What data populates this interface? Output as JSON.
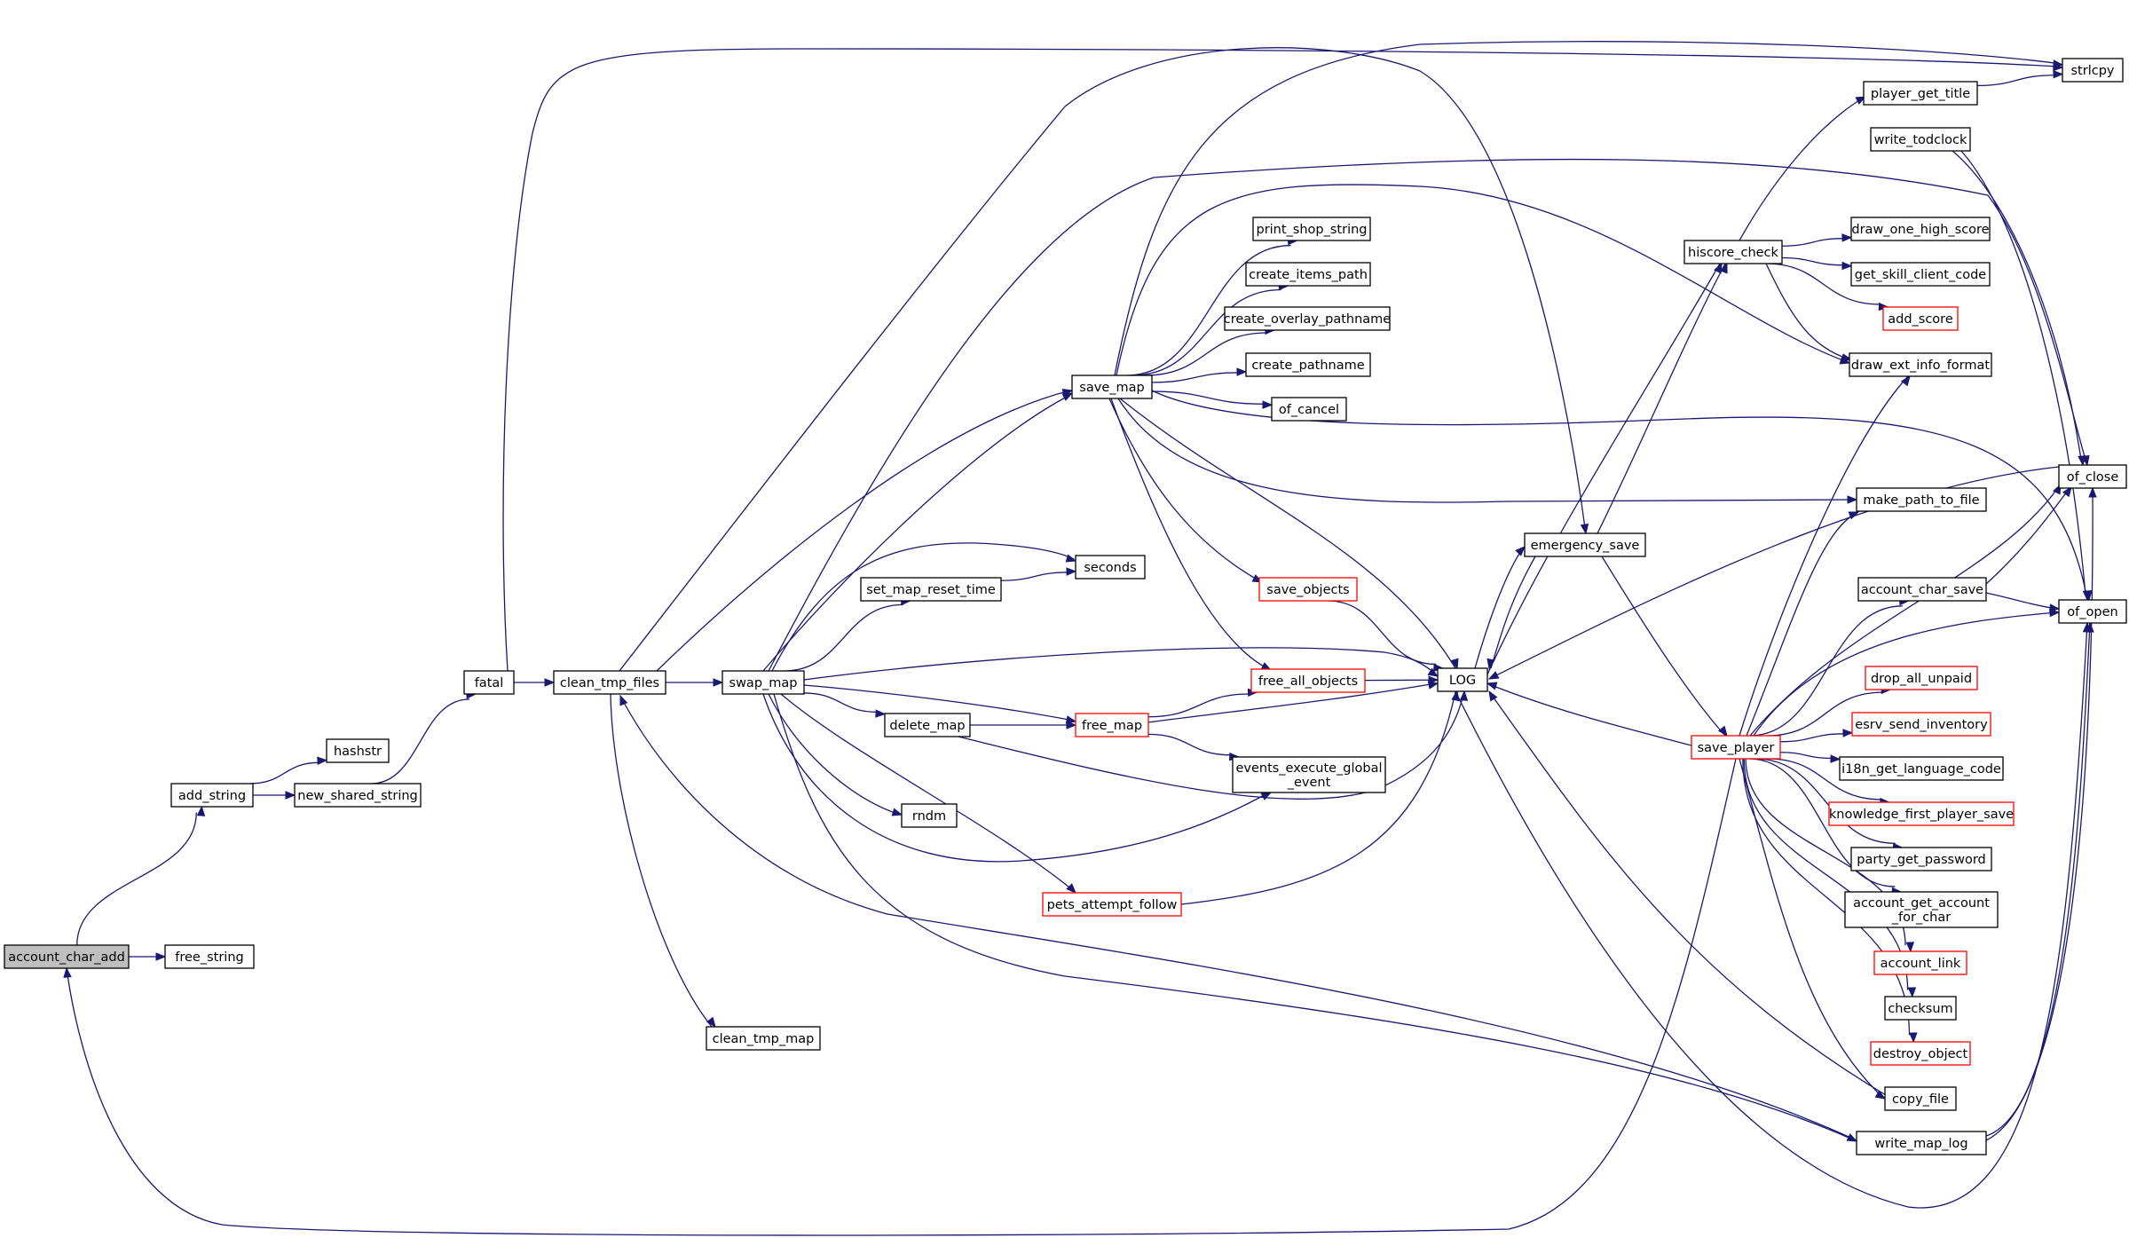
{
  "colors": {
    "edge": "#191970",
    "node_border": "#000000",
    "node_border_truncated": "#ff0000",
    "root_fill": "#bfbfbf",
    "node_fill": "#ffffff"
  },
  "nodes": [
    {
      "id": "account_char_add",
      "lines": [
        "account_char_add"
      ],
      "style": "root"
    },
    {
      "id": "free_string",
      "lines": [
        "free_string"
      ],
      "style": "normal"
    },
    {
      "id": "add_string",
      "lines": [
        "add_string"
      ],
      "style": "normal"
    },
    {
      "id": "hashstr",
      "lines": [
        "hashstr"
      ],
      "style": "normal"
    },
    {
      "id": "new_shared_string",
      "lines": [
        "new_shared_string"
      ],
      "style": "normal"
    },
    {
      "id": "fatal",
      "lines": [
        "fatal"
      ],
      "style": "normal"
    },
    {
      "id": "clean_tmp_files",
      "lines": [
        "clean_tmp_files"
      ],
      "style": "normal"
    },
    {
      "id": "clean_tmp_map",
      "lines": [
        "clean_tmp_map"
      ],
      "style": "normal"
    },
    {
      "id": "swap_map",
      "lines": [
        "swap_map"
      ],
      "style": "normal"
    },
    {
      "id": "save_map",
      "lines": [
        "save_map"
      ],
      "style": "normal"
    },
    {
      "id": "print_shop_string",
      "lines": [
        "print_shop_string"
      ],
      "style": "normal"
    },
    {
      "id": "create_items_path",
      "lines": [
        "create_items_path"
      ],
      "style": "normal"
    },
    {
      "id": "create_overlay_pathname",
      "lines": [
        "create_overlay_pathname"
      ],
      "style": "normal"
    },
    {
      "id": "create_pathname",
      "lines": [
        "create_pathname"
      ],
      "style": "normal"
    },
    {
      "id": "of_cancel",
      "lines": [
        "of_cancel"
      ],
      "style": "normal"
    },
    {
      "id": "seconds",
      "lines": [
        "seconds"
      ],
      "style": "normal"
    },
    {
      "id": "set_map_reset_time",
      "lines": [
        "set_map_reset_time"
      ],
      "style": "normal"
    },
    {
      "id": "save_objects",
      "lines": [
        "save_objects"
      ],
      "style": "red"
    },
    {
      "id": "free_all_objects",
      "lines": [
        "free_all_objects"
      ],
      "style": "red"
    },
    {
      "id": "delete_map",
      "lines": [
        "delete_map"
      ],
      "style": "normal"
    },
    {
      "id": "free_map",
      "lines": [
        "free_map"
      ],
      "style": "red"
    },
    {
      "id": "events_execute_global_event",
      "lines": [
        "events_execute_global",
        "_event"
      ],
      "style": "normal"
    },
    {
      "id": "rndm",
      "lines": [
        "rndm"
      ],
      "style": "normal"
    },
    {
      "id": "pets_attempt_follow",
      "lines": [
        "pets_attempt_follow"
      ],
      "style": "red"
    },
    {
      "id": "LOG",
      "lines": [
        "LOG"
      ],
      "style": "normal"
    },
    {
      "id": "emergency_save",
      "lines": [
        "emergency_save"
      ],
      "style": "normal"
    },
    {
      "id": "hiscore_check",
      "lines": [
        "hiscore_check"
      ],
      "style": "normal"
    },
    {
      "id": "save_player",
      "lines": [
        "save_player"
      ],
      "style": "red"
    },
    {
      "id": "strlcpy",
      "lines": [
        "strlcpy"
      ],
      "style": "normal"
    },
    {
      "id": "player_get_title",
      "lines": [
        "player_get_title"
      ],
      "style": "normal"
    },
    {
      "id": "write_todclock",
      "lines": [
        "write_todclock"
      ],
      "style": "normal"
    },
    {
      "id": "draw_one_high_score",
      "lines": [
        "draw_one_high_score"
      ],
      "style": "normal"
    },
    {
      "id": "get_skill_client_code",
      "lines": [
        "get_skill_client_code"
      ],
      "style": "normal"
    },
    {
      "id": "add_score",
      "lines": [
        "add_score"
      ],
      "style": "red"
    },
    {
      "id": "draw_ext_info_format",
      "lines": [
        "draw_ext_info_format"
      ],
      "style": "normal"
    },
    {
      "id": "of_close",
      "lines": [
        "of_close"
      ],
      "style": "normal"
    },
    {
      "id": "make_path_to_file",
      "lines": [
        "make_path_to_file"
      ],
      "style": "normal"
    },
    {
      "id": "account_char_save",
      "lines": [
        "account_char_save"
      ],
      "style": "normal"
    },
    {
      "id": "of_open",
      "lines": [
        "of_open"
      ],
      "style": "normal"
    },
    {
      "id": "drop_all_unpaid",
      "lines": [
        "drop_all_unpaid"
      ],
      "style": "red"
    },
    {
      "id": "esrv_send_inventory",
      "lines": [
        "esrv_send_inventory"
      ],
      "style": "red"
    },
    {
      "id": "i18n_get_language_code",
      "lines": [
        "i18n_get_language_code"
      ],
      "style": "normal"
    },
    {
      "id": "knowledge_first_player_save",
      "lines": [
        "knowledge_first_player_save"
      ],
      "style": "red"
    },
    {
      "id": "party_get_password",
      "lines": [
        "party_get_password"
      ],
      "style": "normal"
    },
    {
      "id": "account_get_account_for_char",
      "lines": [
        "account_get_account",
        "_for_char"
      ],
      "style": "normal"
    },
    {
      "id": "account_link",
      "lines": [
        "account_link"
      ],
      "style": "red"
    },
    {
      "id": "checksum",
      "lines": [
        "checksum"
      ],
      "style": "normal"
    },
    {
      "id": "destroy_object",
      "lines": [
        "destroy_object"
      ],
      "style": "red"
    },
    {
      "id": "copy_file",
      "lines": [
        "copy_file"
      ],
      "style": "normal"
    },
    {
      "id": "write_map_log",
      "lines": [
        "write_map_log"
      ],
      "style": "normal"
    }
  ]
}
